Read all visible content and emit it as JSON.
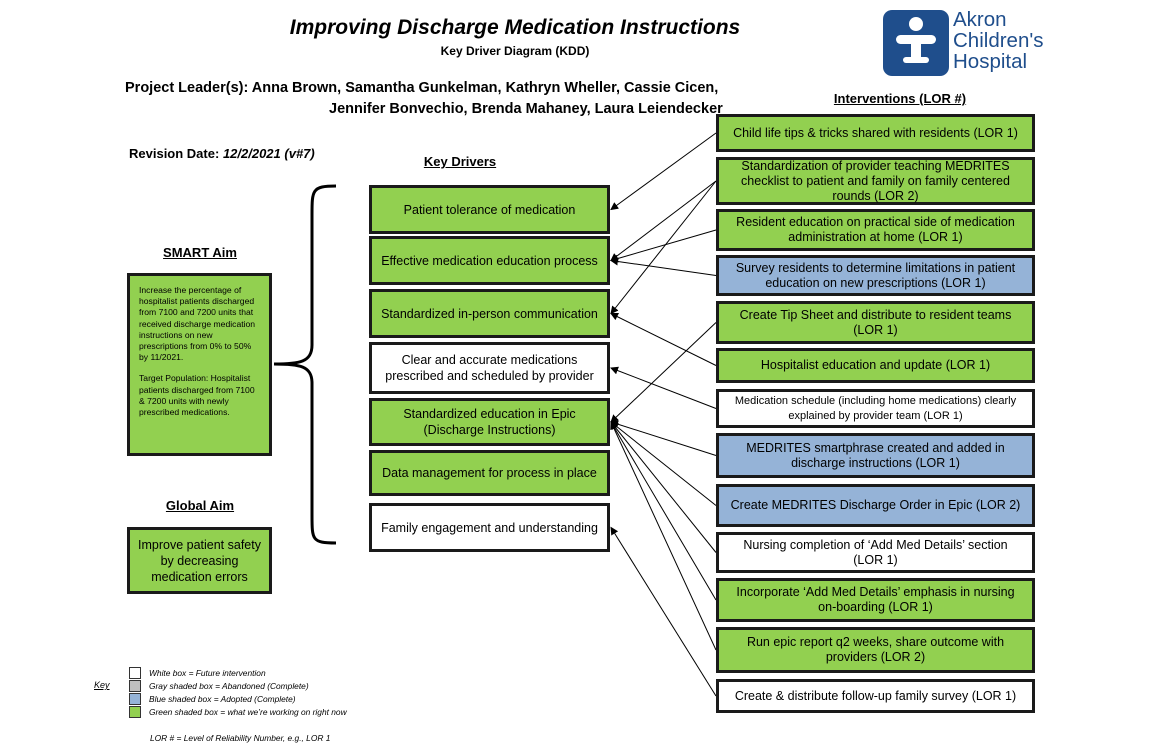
{
  "title": "Improving Discharge Medication Instructions",
  "subtitle": "Key Driver Diagram (KDD)",
  "project_leaders": {
    "line1": "Project Leader(s): Anna Brown, Samantha Gunkelman, Kathryn Wheller, Cassie Cicen,",
    "line2": "Jennifer Bonvechio, Brenda Mahaney, Laura Leiendecker"
  },
  "revision": {
    "label": "Revision Date:",
    "value": "12/2/2021 (v#7)"
  },
  "logo": {
    "line1": "Akron",
    "line2": "Children's",
    "line3": "Hospital",
    "color": "#1f4e8c"
  },
  "smart_aim": {
    "heading": "SMART Aim",
    "text": "Increase the percentage of hospitalist patients discharged from 7100 and 7200 units that received discharge medication instructions on new prescriptions from 0% to 50% by 11/2021.",
    "target": "Target Population: Hospitalist patients discharged from 7100 & 7200 units with newly prescribed medications."
  },
  "global_aim": {
    "heading": "Global Aim",
    "text": "Improve patient safety by decreasing medication errors"
  },
  "key_drivers_heading": "Key Drivers",
  "interventions_heading": "Interventions (LOR #)",
  "key_drivers": [
    {
      "text": "Patient tolerance of medication",
      "status": "green"
    },
    {
      "text": "Effective medication education process",
      "status": "green"
    },
    {
      "text": "Standardized in-person communication",
      "status": "green"
    },
    {
      "text": "Clear and accurate medications prescribed and scheduled by provider",
      "status": "white"
    },
    {
      "text": "Standardized education in Epic (Discharge Instructions)",
      "status": "green"
    },
    {
      "text": "Data management for process in place",
      "status": "green"
    },
    {
      "text": "Family engagement and understanding",
      "status": "white"
    }
  ],
  "interventions": [
    {
      "text": "Child life tips & tricks shared with residents (LOR 1)",
      "status": "green"
    },
    {
      "text": "Standardization of provider teaching MEDRITES checklist to patient and family on family centered rounds (LOR 2)",
      "status": "green"
    },
    {
      "text": "Resident education on practical side of medication administration at home (LOR 1)",
      "status": "green"
    },
    {
      "text": "Survey residents to determine limitations in patient education on new prescriptions (LOR 1)",
      "status": "blue"
    },
    {
      "text": "Create Tip Sheet and distribute to resident teams (LOR 1)",
      "status": "green"
    },
    {
      "text": "Hospitalist education and update (LOR 1)",
      "status": "green"
    },
    {
      "text": "Medication schedule (including home medications) clearly explained by provider team (LOR 1)",
      "status": "white"
    },
    {
      "text": "MEDRITES smartphrase created and added in discharge instructions (LOR 1)",
      "status": "blue"
    },
    {
      "text": "Create MEDRITES Discharge Order in Epic (LOR 2)",
      "status": "blue"
    },
    {
      "text": "Nursing completion of ‘Add Med Details’ section (LOR 1)",
      "status": "white"
    },
    {
      "text": "Incorporate ‘Add Med Details’ emphasis in nursing on-boarding (LOR 1)",
      "status": "green"
    },
    {
      "text": "Run epic report q2 weeks, share outcome with providers (LOR 2)",
      "status": "green"
    },
    {
      "text": "Create & distribute follow-up family survey (LOR 1)",
      "status": "white"
    }
  ],
  "connections": [
    {
      "from": 0,
      "to": 0
    },
    {
      "from": 1,
      "to": 1
    },
    {
      "from": 1,
      "to": 2
    },
    {
      "from": 2,
      "to": 1
    },
    {
      "from": 3,
      "to": 1
    },
    {
      "from": 4,
      "to": 4
    },
    {
      "from": 5,
      "to": 2
    },
    {
      "from": 6,
      "to": 3
    },
    {
      "from": 7,
      "to": 4
    },
    {
      "from": 8,
      "to": 4
    },
    {
      "from": 9,
      "to": 4
    },
    {
      "from": 10,
      "to": 4
    },
    {
      "from": 11,
      "to": 4
    },
    {
      "from": 12,
      "to": 6
    }
  ],
  "key": {
    "label": "Key",
    "items": [
      {
        "color": "#ffffff",
        "text": "White box = Future intervention"
      },
      {
        "color": "#bfbfbf",
        "text": "Gray shaded box = Abandoned (Complete)"
      },
      {
        "color": "#95b3d7",
        "text": "Blue shaded box = Adopted (Complete)"
      },
      {
        "color": "#92d050",
        "text": "Green shaded box = what we’re working on right now"
      }
    ],
    "lor_note": "LOR # = Level of Reliability Number, e.g., LOR 1"
  },
  "colors": {
    "green": "#92d050",
    "blue": "#95b3d7",
    "white": "#ffffff"
  }
}
